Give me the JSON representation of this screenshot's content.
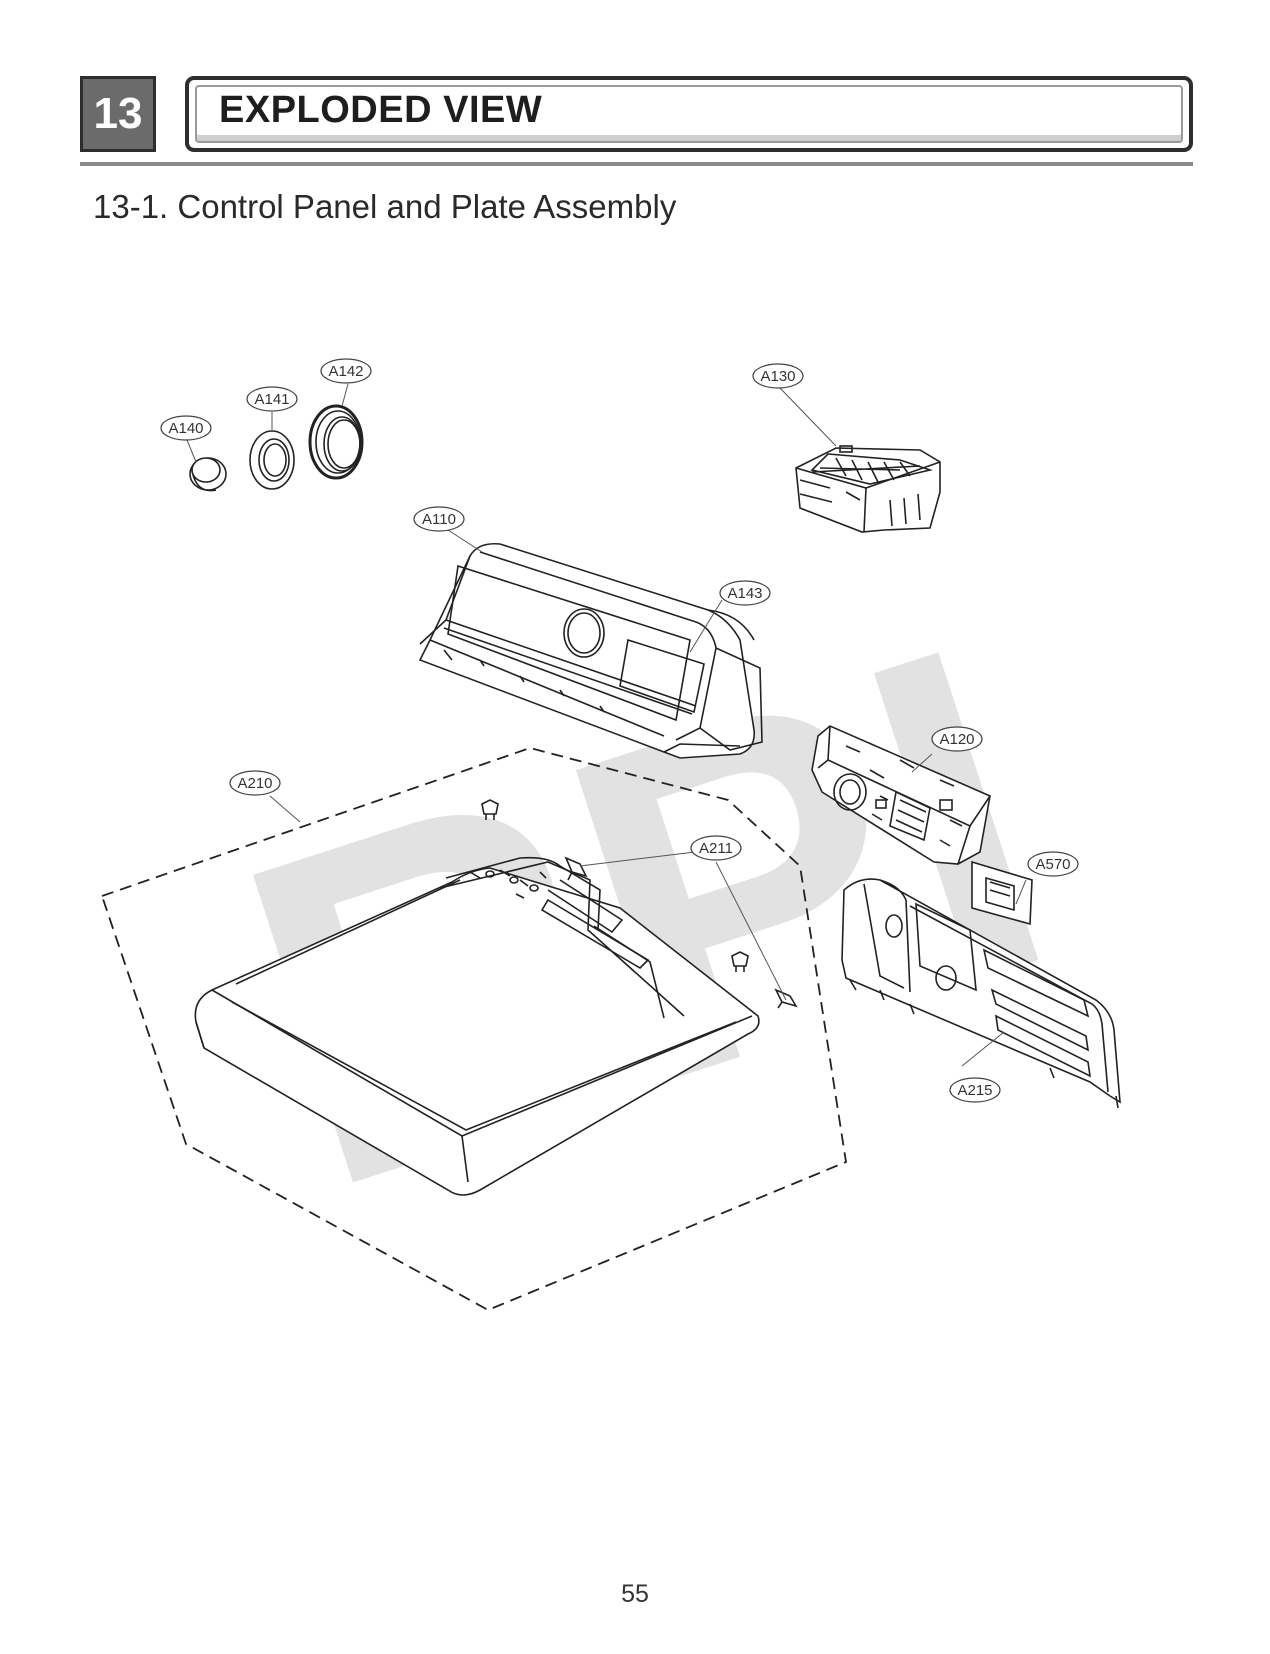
{
  "header": {
    "chapter_number": "13",
    "chapter_title": "EXPLODED VIEW",
    "section_title": "13-1. Control Panel and Plate Assembly"
  },
  "watermark": "RPI",
  "callouts": {
    "a140": "A140",
    "a141": "A141",
    "a142": "A142",
    "a130": "A130",
    "a110": "A110",
    "a143": "A143",
    "a120": "A120",
    "a210": "A210",
    "a211": "A211",
    "a570": "A570",
    "a215": "A215"
  },
  "footer": {
    "page_number": "55"
  }
}
